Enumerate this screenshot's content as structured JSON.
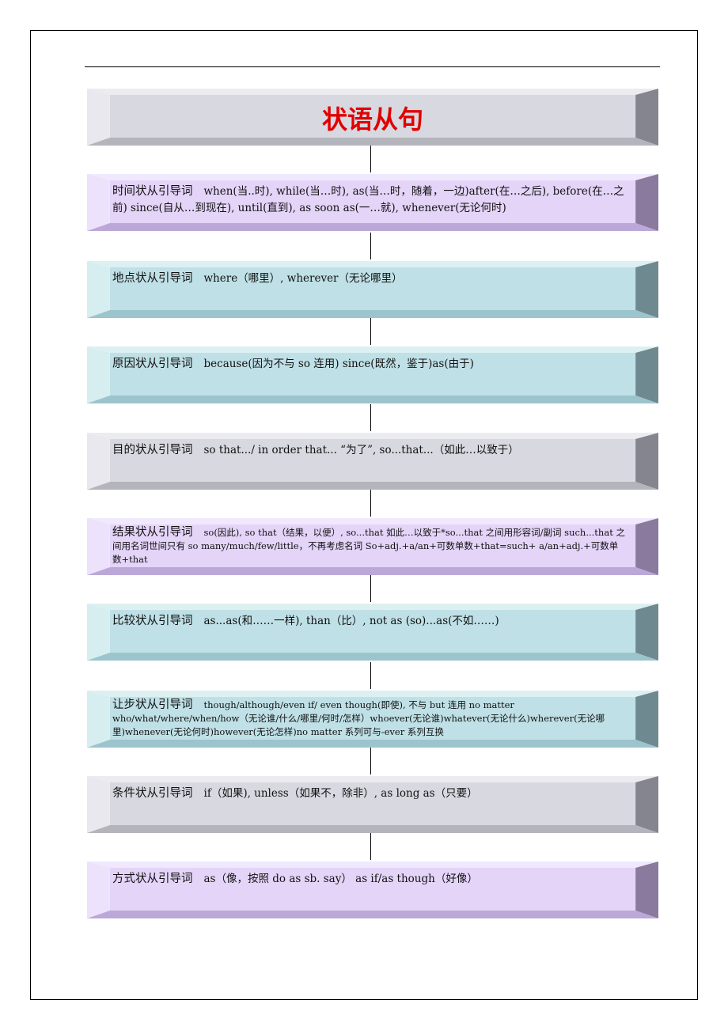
{
  "title": "状语从句",
  "boxes": [
    {
      "label": "时间状从引导词",
      "text": "when(当..时), while(当…时), as(当…时，随着，一边)after(在…之后), before(在…之前) since(自从…到现在), until(直到), as soon as(一…就), whenever(无论何时)",
      "color": "purple"
    },
    {
      "label": "地点状从引导词",
      "text": "where（哪里）, wherever（无论哪里）",
      "color": "teal"
    },
    {
      "label": "原因状从引导词",
      "text": "because(因为不与 so 连用) since(既然，鉴于)as(由于)",
      "color": "teal"
    },
    {
      "label": "目的状从引导词",
      "text": "so that.../ in order that... “为了”, so...that...（如此…以致于）",
      "color": "gray"
    },
    {
      "label": "结果状从引导词",
      "text": "so(因此), so that（结果，以便）, so...that 如此…以致于*so...that 之间用形容词/副词 such...that 之间用名词世间只有 so many/much/few/little，不再考虑名词 So+adj.+a/an+可数单数+that=such+ a/an+adj.+可数单数+that",
      "color": "purple",
      "small": true
    },
    {
      "label": "比较状从引导词",
      "text": "as...as(和……一样), than（比）, not as (so)...as(不如……)",
      "color": "teal"
    },
    {
      "label": "让步状从引导词",
      "text": "though/although/even if/ even though(即使), 不与 but 连用 no matter who/what/where/when/how（无论谁/什么/哪里/何时/怎样）whoever(无论谁)whatever(无论什么)wherever(无论哪里)whenever(无论何时)however(无论怎样)no matter 系列可与-ever 系列互换",
      "color": "teal",
      "small": true
    },
    {
      "label": "条件状从引导词",
      "text": "if（如果), unless（如果不，除非）, as long as（只要）",
      "color": "gray"
    },
    {
      "label": "方式状从引导词",
      "text": "as（像，按照 do as sb. say） as if/as though（好像）",
      "color": "purple"
    }
  ]
}
